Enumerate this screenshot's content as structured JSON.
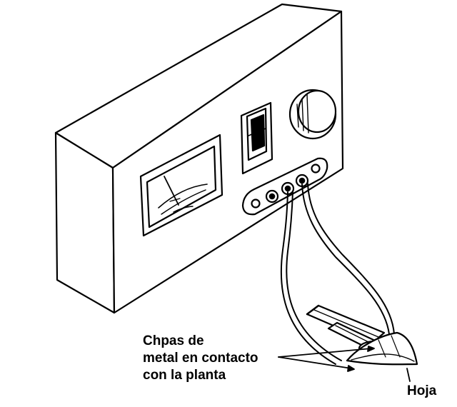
{
  "labels": {
    "plates_line1": "Chpas de",
    "plates_line2": "metal en contacto",
    "plates_line3": "con la planta",
    "leaf": "Hoja"
  },
  "colors": {
    "ink": "#000000",
    "paper": "#ffffff"
  }
}
